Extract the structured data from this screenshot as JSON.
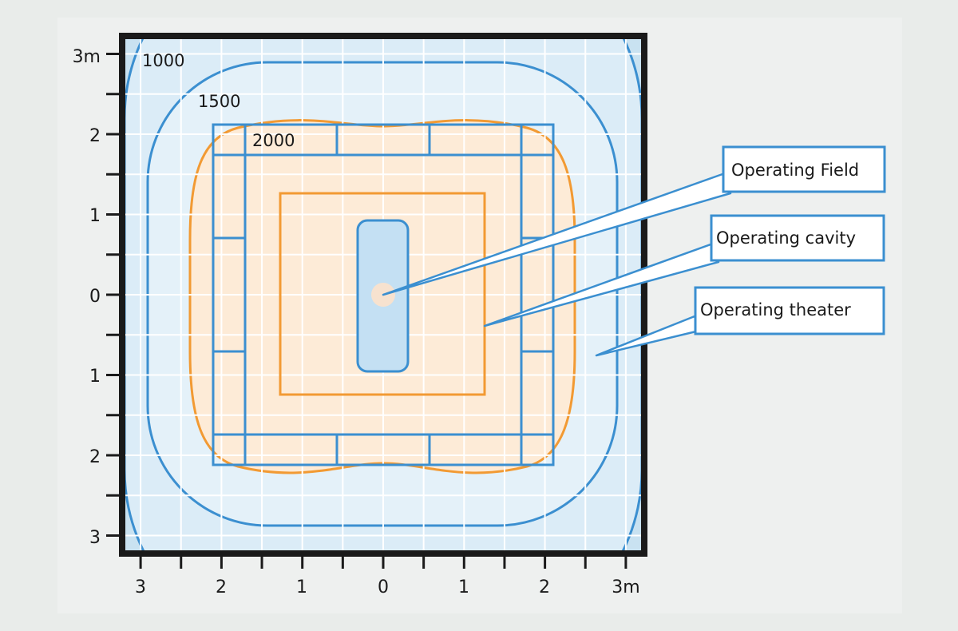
{
  "y_axis": {
    "tick_labels": [
      "3m",
      "2",
      "1",
      "0",
      "1",
      "2",
      "3"
    ],
    "tick_values": [
      3,
      2,
      1,
      0,
      -1,
      -2,
      -3
    ]
  },
  "x_axis": {
    "tick_labels": [
      "3",
      "2",
      "1",
      "0",
      "1",
      "2",
      "3m"
    ],
    "tick_values": [
      -3,
      -2,
      -1,
      0,
      1,
      2,
      3
    ]
  },
  "isolines": [
    {
      "label": "1000"
    },
    {
      "label": "1500"
    },
    {
      "label": "2000"
    }
  ],
  "callouts": [
    {
      "label": "Operating Field"
    },
    {
      "label": "Operating cavity"
    },
    {
      "label": "Operating theater"
    }
  ],
  "colors": {
    "background": "#e9ecea",
    "frame": "#1a1a1a",
    "zone_outer": "#c9e2f1",
    "zone_theater": "#dbecf7",
    "zone_mid": "#e4f1f9",
    "zone_orange": "#fdebd7",
    "line_blue": "#3b8fd0",
    "line_orange": "#f29a33",
    "field_center": "#f7e2cf"
  }
}
